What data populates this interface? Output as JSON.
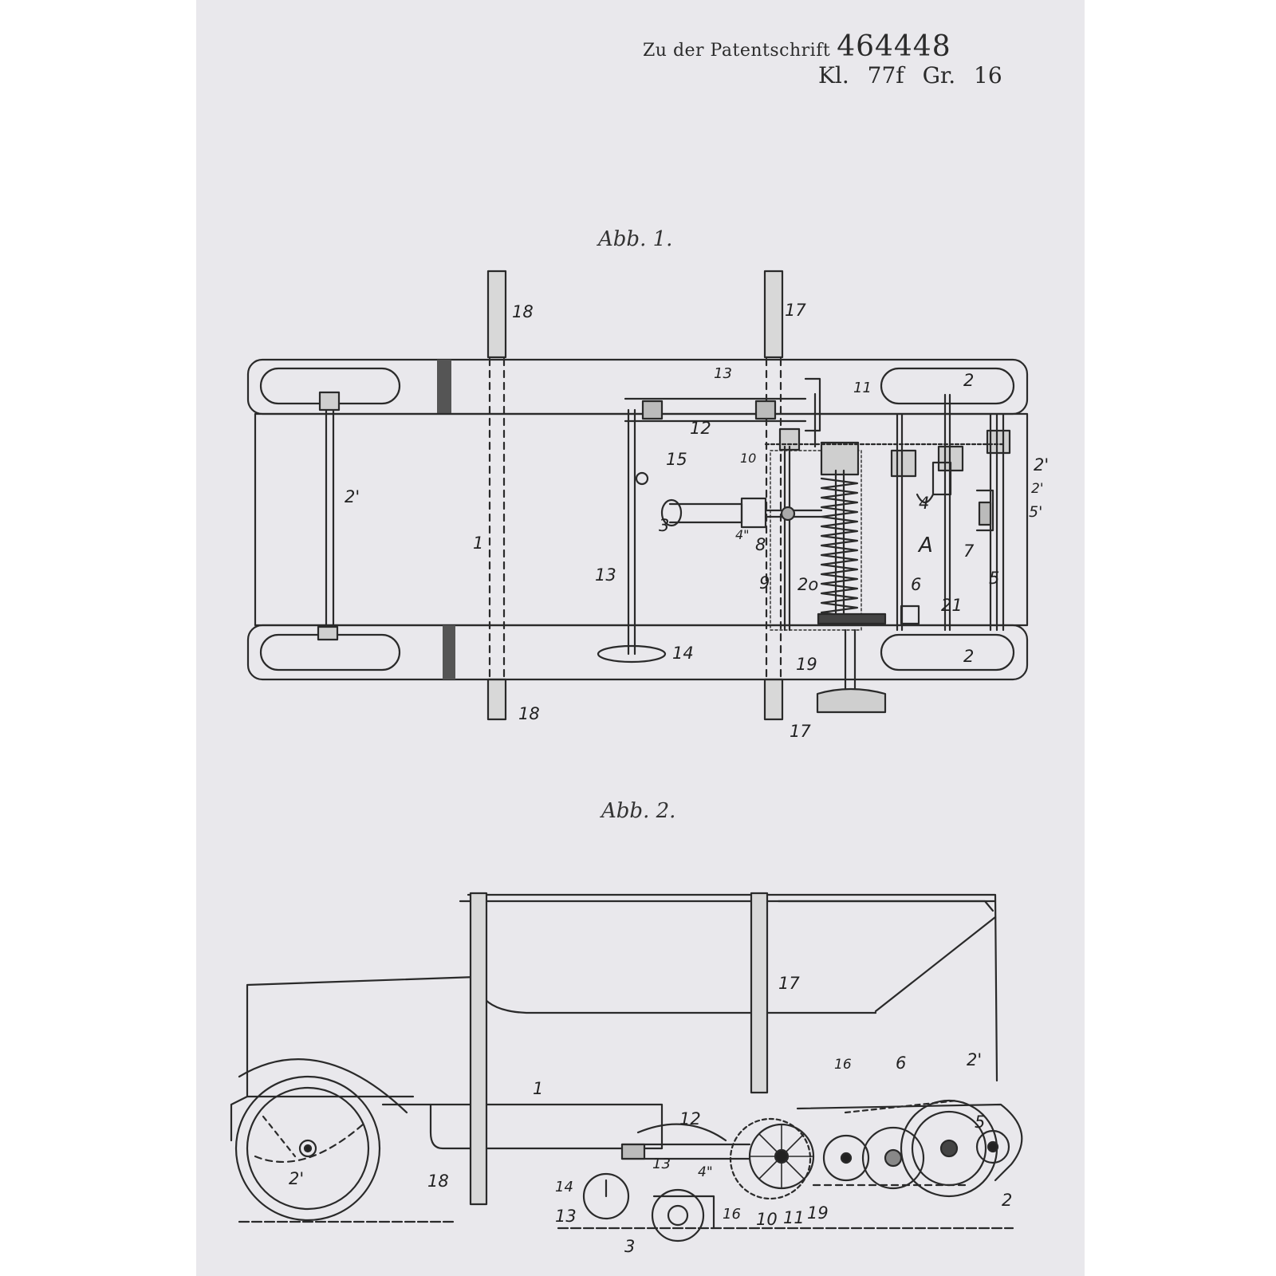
{
  "header": {
    "prefix": "Zu der Patentschrift",
    "patent_number": "464448",
    "classification": "Kl. 77f   Gr. 16"
  },
  "figure1": {
    "title": "Abb. 1.",
    "labels": {
      "l18a": "18",
      "l17a": "17",
      "l13a": "13",
      "l11": "11",
      "l2a": "2",
      "l12": "12",
      "l10": "10",
      "l15": "15",
      "l2p_right": "2'",
      "l21p": "2'",
      "l51p": "5'",
      "l2p_left": "2'",
      "l4": "4",
      "l3": "3",
      "l4pp": "4\"",
      "l8": "8",
      "l7": "7",
      "l1": "1",
      "lA": "A",
      "l13b": "13",
      "l9": "9",
      "l20": "2o",
      "l6": "6",
      "l5": "5",
      "l21": "21",
      "l14": "14",
      "l19": "19",
      "l2b": "2",
      "l18b": "18",
      "l17b": "17"
    }
  },
  "figure2": {
    "title": "Abb. 2.",
    "labels": {
      "l17": "17",
      "l16": "16",
      "l6": "6",
      "l2p": "2'",
      "l1": "1",
      "l12": "12",
      "l5": "5",
      "l13a": "13",
      "l4pp": "4\"",
      "l2p_left": "2'",
      "l18": "18",
      "l14": "14",
      "l13b": "13",
      "l16b": "16",
      "l10": "10",
      "l11": "11",
      "l19": "19",
      "l3": "3",
      "l2": "2"
    }
  }
}
